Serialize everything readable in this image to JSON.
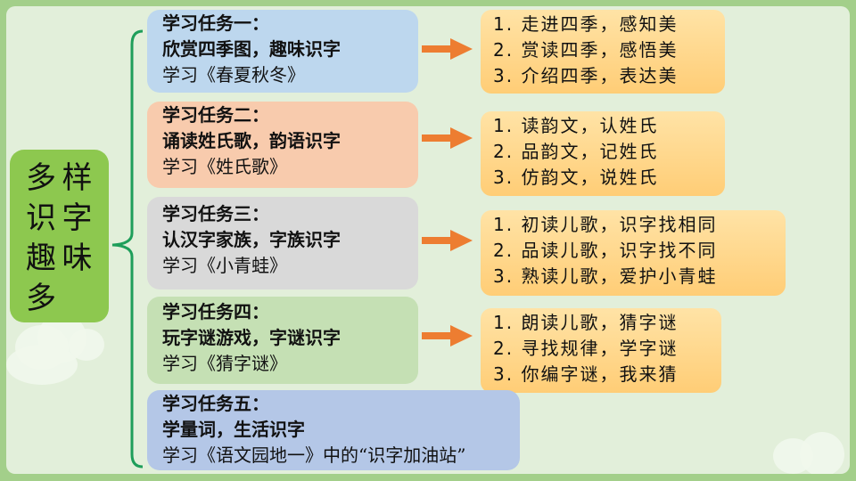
{
  "root": {
    "title_chars": [
      "多",
      "样",
      "识",
      "字",
      "趣",
      "味",
      "多"
    ],
    "color": "#8dc84f"
  },
  "colors": {
    "background_frame": "#a3cf8a",
    "panel": "#e2efda",
    "brace": "#1e9e5a",
    "arrow": "#ed7d31",
    "steps_fill": "#ffd27f"
  },
  "tasks": [
    {
      "heading": "学习任务一：",
      "subtitle": "欣赏四季图，趣味识字",
      "lesson": "学习《春夏秋冬》",
      "color": "#bdd7ee",
      "steps": [
        "1. 走进四季，感知美",
        "2. 赏读四季，感悟美",
        "3. 介绍四季，表达美"
      ]
    },
    {
      "heading": "学习任务二：",
      "subtitle": "诵读姓氏歌，韵语识字",
      "lesson": "学习《姓氏歌》",
      "color": "#f8cbad",
      "steps": [
        "1. 读韵文，认姓氏",
        "2. 品韵文，记姓氏",
        "3. 仿韵文，说姓氏"
      ]
    },
    {
      "heading": "学习任务三：",
      "subtitle": "认汉字家族，字族识字",
      "lesson": "学习《小青蛙》",
      "color": "#d9d9d9",
      "steps": [
        "1. 初读儿歌，识字找相同",
        "2. 品读儿歌，识字找不同",
        "3. 熟读儿歌，爱护小青蛙"
      ]
    },
    {
      "heading": "学习任务四：",
      "subtitle": "玩字谜游戏，字谜识字",
      "lesson": "学习《猜字谜》",
      "color": "#c5e0b4",
      "steps": [
        "1. 朗读儿歌，猜字谜",
        "2. 寻找规律，学字谜",
        "3. 你编字谜，我来猜"
      ]
    },
    {
      "heading": "学习任务五：",
      "subtitle": "学量词，生活识字",
      "lesson": "学习《语文园地一》中的“识字加油站”",
      "color": "#b4c7e7"
    }
  ]
}
